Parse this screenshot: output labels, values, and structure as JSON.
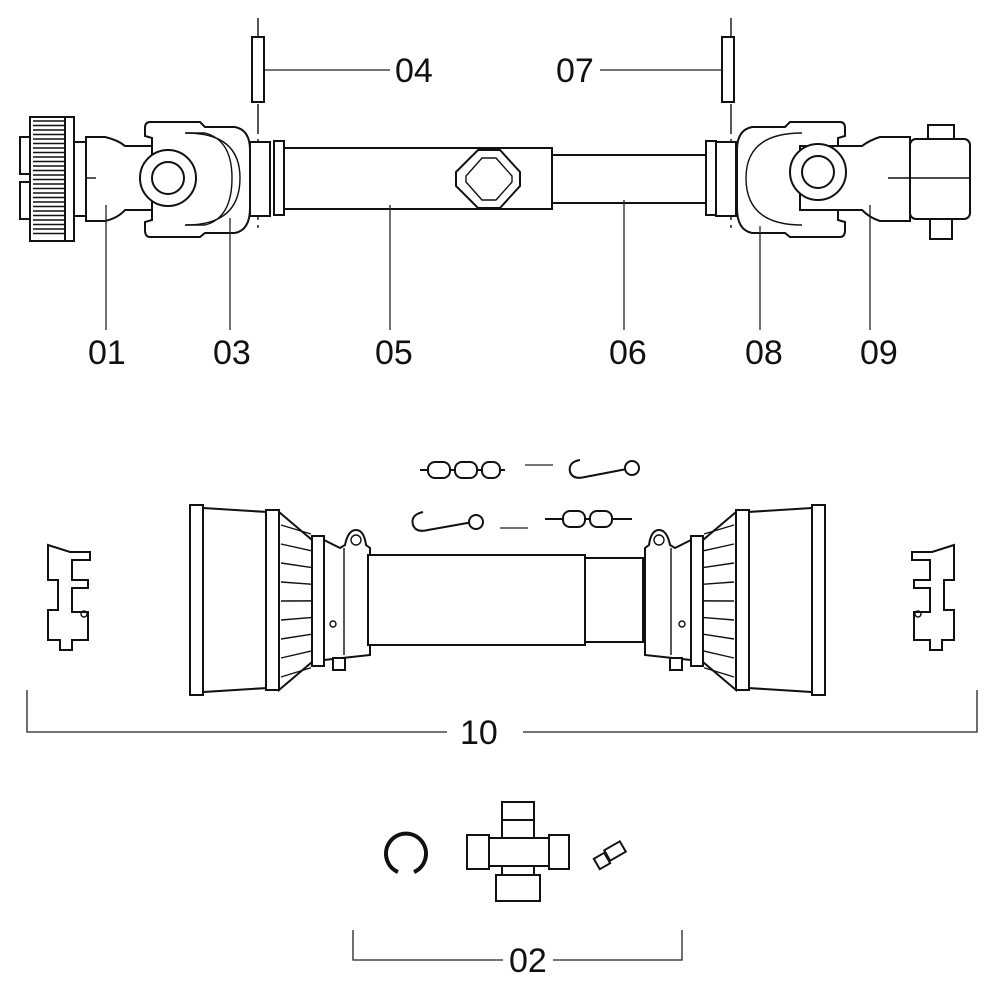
{
  "diagram": {
    "title": "PTO drive shaft exploded parts diagram",
    "line_color": "#111111",
    "background": "#ffffff",
    "parts": [
      {
        "id": "01",
        "label": "01"
      },
      {
        "id": "02",
        "label": "02"
      },
      {
        "id": "03",
        "label": "03"
      },
      {
        "id": "04",
        "label": "04"
      },
      {
        "id": "05",
        "label": "05"
      },
      {
        "id": "06",
        "label": "06"
      },
      {
        "id": "07",
        "label": "07"
      },
      {
        "id": "08",
        "label": "08"
      },
      {
        "id": "09",
        "label": "09"
      },
      {
        "id": "10",
        "label": "10"
      }
    ]
  }
}
